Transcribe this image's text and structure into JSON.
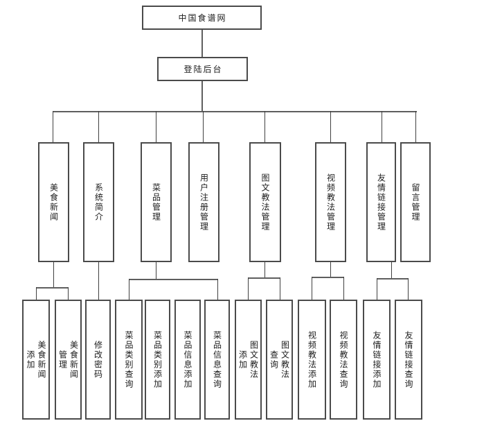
{
  "diagram": {
    "title": "site structure flowchart",
    "root": {
      "label": "中国食谱网"
    },
    "login": {
      "label": "登陆后台"
    },
    "modules": [
      {
        "label": "美食新闻"
      },
      {
        "label": "系统简介"
      },
      {
        "label": "菜品管理"
      },
      {
        "label": "用户注册管理"
      },
      {
        "label": "图文教法管理"
      },
      {
        "label": "视频教法管理"
      },
      {
        "label": "友情链接管理"
      },
      {
        "label": "留言管理"
      }
    ],
    "leaves": [
      {
        "lines": [
          "美食新闻",
          "添加"
        ]
      },
      {
        "lines": [
          "美食新闻",
          "管理"
        ]
      },
      {
        "lines": [
          "修改密码"
        ]
      },
      {
        "lines": [
          "菜品类别查询"
        ]
      },
      {
        "lines": [
          "菜品类别添加"
        ]
      },
      {
        "lines": [
          "菜品信息添加"
        ]
      },
      {
        "lines": [
          "菜品信息查询"
        ]
      },
      {
        "lines": [
          "图文教法",
          "添加"
        ]
      },
      {
        "lines": [
          "图文教法",
          "查询"
        ]
      },
      {
        "lines": [
          "视频教法添加"
        ]
      },
      {
        "lines": [
          "视频教法查询"
        ]
      },
      {
        "lines": [
          "友情链接添加"
        ]
      },
      {
        "lines": [
          "友情链接查询"
        ]
      }
    ],
    "colors": {
      "background": "#ffffff",
      "box_border": "#4a4a4a",
      "line": "#5e5e5e",
      "text": "#1c1c1c"
    }
  }
}
